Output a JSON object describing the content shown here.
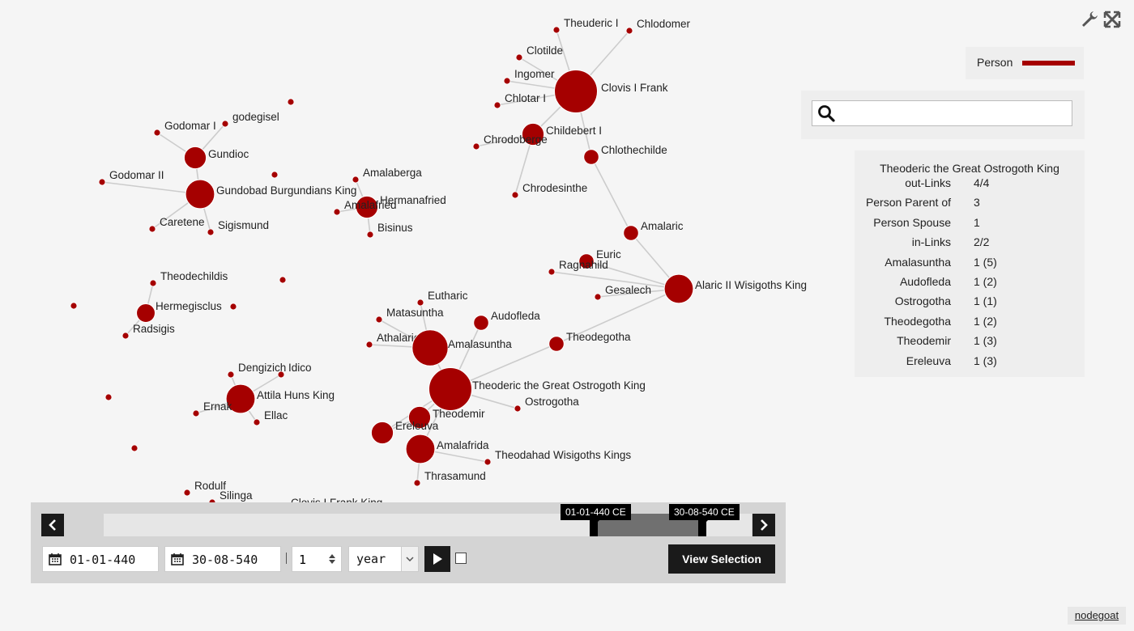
{
  "legend": {
    "label": "Person",
    "color": "#a50000"
  },
  "search": {
    "value": ""
  },
  "info": {
    "title": "Theoderic the Great Ostrogoth King",
    "rows": [
      {
        "key": "out-Links",
        "value": "4/4"
      },
      {
        "key": "Person Parent of",
        "value": "3"
      },
      {
        "key": "Person Spouse",
        "value": "1"
      },
      {
        "key": "in-Links",
        "value": "2/2"
      },
      {
        "key": "Amalasuntha",
        "value": "1 (5)"
      },
      {
        "key": "Audofleda",
        "value": "1 (2)"
      },
      {
        "key": "Ostrogotha",
        "value": "1 (1)"
      },
      {
        "key": "Theodegotha",
        "value": "1 (2)"
      },
      {
        "key": "Theodemir",
        "value": "1 (3)"
      },
      {
        "key": "Ereleuva",
        "value": "1 (3)"
      }
    ]
  },
  "timeline": {
    "range_start_label": "01-01-440 CE",
    "range_end_label": "30-08-540 CE",
    "range_start_fraction": 0.75,
    "range_end_fraction": 0.93,
    "start_date": "01-01-440",
    "end_date": "30-08-540",
    "step": "1",
    "unit": "year",
    "view_selection_label": "View Selection"
  },
  "credit": "nodegoat",
  "graph": {
    "node_color": "#a50000",
    "edge_color": "#cccccc",
    "nodes": [
      {
        "id": "clovis",
        "label": "Clovis I Frank",
        "w": 10
      },
      {
        "id": "theuderic",
        "label": "Theuderic I",
        "w": 1
      },
      {
        "id": "chlodomer",
        "label": "Chlodomer",
        "w": 1
      },
      {
        "id": "clotilde",
        "label": "Clotilde",
        "w": 1
      },
      {
        "id": "ingomer",
        "label": "Ingomer",
        "w": 1
      },
      {
        "id": "chlotar",
        "label": "Chlotar I",
        "w": 1
      },
      {
        "id": "childebert",
        "label": "Childebert I",
        "w": 4
      },
      {
        "id": "chrodoberge",
        "label": "Chrodoberge",
        "w": 1
      },
      {
        "id": "chrodesinthe",
        "label": "Chrodesinthe",
        "w": 1
      },
      {
        "id": "chlothechilde",
        "label": "Chlothechilde",
        "w": 2
      },
      {
        "id": "amalaric",
        "label": "Amalaric",
        "w": 2
      },
      {
        "id": "alaric",
        "label": "Alaric II Wisigoths King",
        "w": 6
      },
      {
        "id": "euric",
        "label": "Euric",
        "w": 2
      },
      {
        "id": "ragnahild",
        "label": "Ragnahild",
        "w": 1
      },
      {
        "id": "gesalech",
        "label": "Gesalech",
        "w": 1
      },
      {
        "id": "theodegotha",
        "label": "Theodegotha",
        "w": 2
      },
      {
        "id": "gundioc",
        "label": "Gundioc",
        "w": 4
      },
      {
        "id": "godomar1",
        "label": "Godomar I",
        "w": 1
      },
      {
        "id": "godegisel",
        "label": "godegisel",
        "w": 1
      },
      {
        "id": "godomar2",
        "label": "Godomar II",
        "w": 1
      },
      {
        "id": "gundobad",
        "label": "Gundobad Burgundians King",
        "w": 6
      },
      {
        "id": "caretene",
        "label": "Caretene",
        "w": 1
      },
      {
        "id": "sigismund",
        "label": "Sigismund",
        "w": 1
      },
      {
        "id": "amalaberga",
        "label": "Amalaberga",
        "w": 1
      },
      {
        "id": "hermanafried",
        "label": "Hermanafried",
        "w": 4
      },
      {
        "id": "amalafried",
        "label": "Amalafried",
        "w": 1
      },
      {
        "id": "bisinus",
        "label": "Bisinus",
        "w": 1
      },
      {
        "id": "theodechildis",
        "label": "Theodechildis",
        "w": 1
      },
      {
        "id": "hermegisclus",
        "label": "Hermegisclus",
        "w": 3
      },
      {
        "id": "radsigis",
        "label": "Radsigis",
        "w": 1
      },
      {
        "id": "eutharic",
        "label": "Eutharic",
        "w": 1
      },
      {
        "id": "matasuntha",
        "label": "Matasuntha",
        "w": 1
      },
      {
        "id": "athalaric",
        "label": "Athalaric",
        "w": 1
      },
      {
        "id": "amalasuntha",
        "label": "Amalasuntha",
        "w": 8
      },
      {
        "id": "audofleda",
        "label": "Audofleda",
        "w": 2
      },
      {
        "id": "theoderic",
        "label": "Theoderic the Great Ostrogoth King",
        "w": 10
      },
      {
        "id": "ostrogotha",
        "label": "Ostrogotha",
        "w": 1
      },
      {
        "id": "theodemir",
        "label": "Theodemir",
        "w": 4
      },
      {
        "id": "ereleuva",
        "label": "Ereleuva",
        "w": 4
      },
      {
        "id": "amalafrida",
        "label": "Amalafrida",
        "w": 6
      },
      {
        "id": "theodahad",
        "label": "Theodahad Wisigoths Kings",
        "w": 1
      },
      {
        "id": "thrasamund",
        "label": "Thrasamund",
        "w": 1
      },
      {
        "id": "dengizich",
        "label": "Dengizich",
        "w": 1
      },
      {
        "id": "idico",
        "label": "Idico",
        "w": 1
      },
      {
        "id": "attila",
        "label": "Attila Huns King",
        "w": 6
      },
      {
        "id": "ernak",
        "label": "Ernak",
        "w": 1
      },
      {
        "id": "ellac",
        "label": "Ellac",
        "w": 1
      },
      {
        "id": "rodulf",
        "label": "Rodulf",
        "w": 1
      },
      {
        "id": "silinga",
        "label": "Silinga",
        "w": 1
      },
      {
        "id": "clovisking",
        "label": "Clovis I Frank King",
        "w": 1
      },
      {
        "id": "iso1",
        "label": "",
        "w": 1
      },
      {
        "id": "iso2",
        "label": "",
        "w": 1
      },
      {
        "id": "iso3",
        "label": "",
        "w": 1
      },
      {
        "id": "iso4",
        "label": "",
        "w": 1
      },
      {
        "id": "iso5",
        "label": "",
        "w": 1
      },
      {
        "id": "iso6",
        "label": "",
        "w": 1
      },
      {
        "id": "iso7",
        "label": "",
        "w": 1
      },
      {
        "id": "iso8",
        "label": "",
        "w": 2
      }
    ],
    "edges": [
      [
        "clovis",
        "theuderic"
      ],
      [
        "clovis",
        "chlodomer"
      ],
      [
        "clovis",
        "clotilde"
      ],
      [
        "clovis",
        "ingomer"
      ],
      [
        "clovis",
        "chlotar"
      ],
      [
        "clovis",
        "childebert"
      ],
      [
        "clovis",
        "chlothechilde"
      ],
      [
        "childebert",
        "chrodoberge"
      ],
      [
        "childebert",
        "chrodesinthe"
      ],
      [
        "chlothechilde",
        "amalaric"
      ],
      [
        "amalaric",
        "alaric"
      ],
      [
        "alaric",
        "euric"
      ],
      [
        "alaric",
        "ragnahild"
      ],
      [
        "alaric",
        "gesalech"
      ],
      [
        "alaric",
        "theodegotha"
      ],
      [
        "gundioc",
        "godomar1"
      ],
      [
        "gundioc",
        "godegisel"
      ],
      [
        "gundioc",
        "gundobad"
      ],
      [
        "gundobad",
        "godomar2"
      ],
      [
        "gundobad",
        "caretene"
      ],
      [
        "gundobad",
        "sigismund"
      ],
      [
        "hermanafried",
        "amalaberga"
      ],
      [
        "hermanafried",
        "amalafried"
      ],
      [
        "hermanafried",
        "bisinus"
      ],
      [
        "hermegisclus",
        "theodechildis"
      ],
      [
        "hermegisclus",
        "radsigis"
      ],
      [
        "amalasuntha",
        "eutharic"
      ],
      [
        "amalasuntha",
        "matasuntha"
      ],
      [
        "amalasuntha",
        "athalaric"
      ],
      [
        "amalasuntha",
        "theoderic"
      ],
      [
        "theoderic",
        "audofleda"
      ],
      [
        "theoderic",
        "theodegotha"
      ],
      [
        "theoderic",
        "ostrogotha"
      ],
      [
        "theoderic",
        "theodemir"
      ],
      [
        "theoderic",
        "ereleuva"
      ],
      [
        "theodemir",
        "ereleuva"
      ],
      [
        "theoderic",
        "amalafrida"
      ],
      [
        "amalafrida",
        "theodahad"
      ],
      [
        "amalafrida",
        "thrasamund"
      ],
      [
        "attila",
        "dengizich"
      ],
      [
        "attila",
        "idico"
      ],
      [
        "attila",
        "ernak"
      ],
      [
        "attila",
        "ellac"
      ]
    ]
  }
}
